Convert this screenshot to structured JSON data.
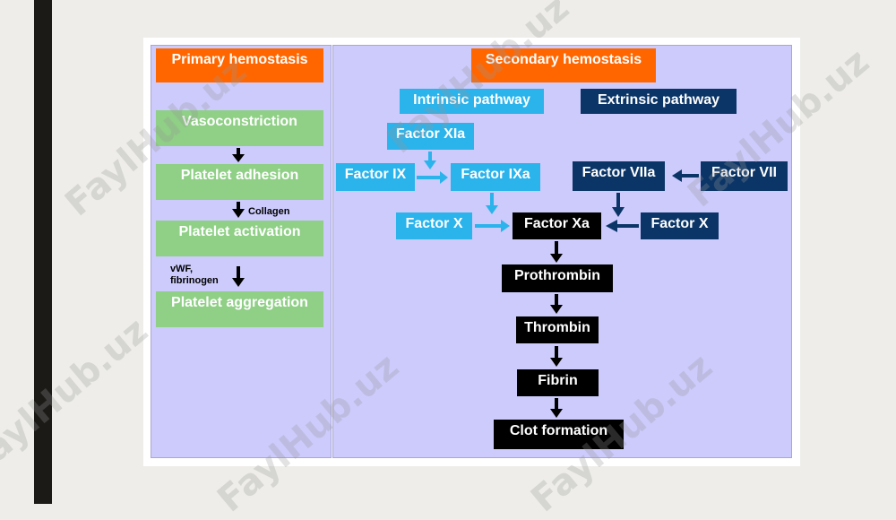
{
  "primary": {
    "title": "Primary hemostasis",
    "steps": [
      "Vasoconstriction",
      "Platelet adhesion",
      "Platelet activation",
      "Platelet aggregation"
    ],
    "collagen_label": "Collagen",
    "vwf_label_line1": "vWF,",
    "vwf_label_line2": "fibrinogen"
  },
  "secondary": {
    "title": "Secondary hemostasis",
    "intrinsic_title": "Intrinsic pathway",
    "extrinsic_title": "Extrinsic pathway",
    "factor_xia": "Factor XIa",
    "factor_ix": "Factor IX",
    "factor_ixa": "Factor IXa",
    "factor_x_intrinsic": "Factor X",
    "factor_viia": "Factor VIIa",
    "factor_vii": "Factor VII",
    "factor_x_extrinsic": "Factor X",
    "factor_xa": "Factor Xa",
    "prothrombin": "Prothrombin",
    "thrombin": "Thrombin",
    "fibrin": "Fibrin",
    "clot": "Clot formation"
  },
  "watermark": "FaylHub.uz",
  "colors": {
    "orange": "#ff6600",
    "green": "#8fcf86",
    "cyan": "#2bb3ec",
    "navy": "#0b3567",
    "black": "#000000",
    "panel": "#cccbfc"
  }
}
